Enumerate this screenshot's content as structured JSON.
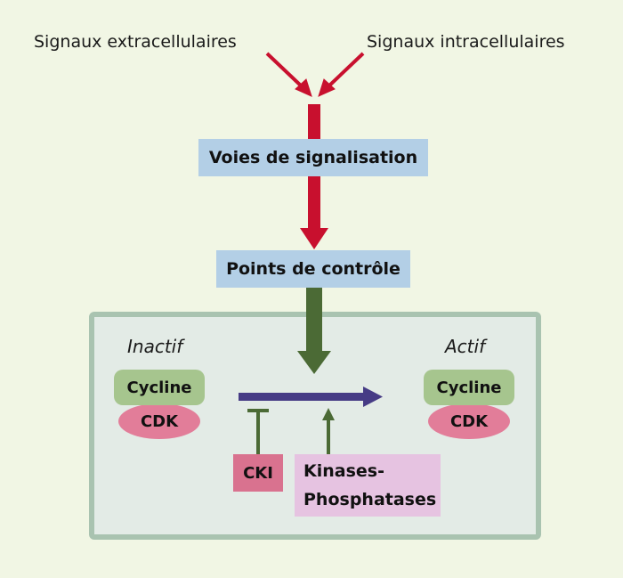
{
  "inputs": {
    "extracellular": "Signaux extracellulaires",
    "intracellular": "Signaux intracellulaires"
  },
  "nodes": {
    "signaling": "Voies de signalisation",
    "checkpoints": "Points de contrôle"
  },
  "complex": {
    "inactive": {
      "state": "Inactif",
      "cycline": "Cycline",
      "cdk": "CDK"
    },
    "active": {
      "state": "Actif",
      "cycline": "Cycline",
      "cdk": "CDK"
    }
  },
  "regulators": {
    "cki": "CKI",
    "kinases_line1": "Kinases-",
    "kinases_line2": "Phosphatases"
  },
  "colors": {
    "background": "#f1f6e4",
    "signal_arrow": "#c8102e",
    "checkpoint_arrow": "#4b6a35",
    "transition_arrow": "#463b85",
    "box_blue": "#b3cfe6",
    "cycline": "#a6c58e",
    "cdk": "#e27d99",
    "cki": "#d9728f",
    "kinases": "#e6c3e1",
    "panel": "#e3ebe6",
    "panel_border": "#a9c3b0"
  }
}
